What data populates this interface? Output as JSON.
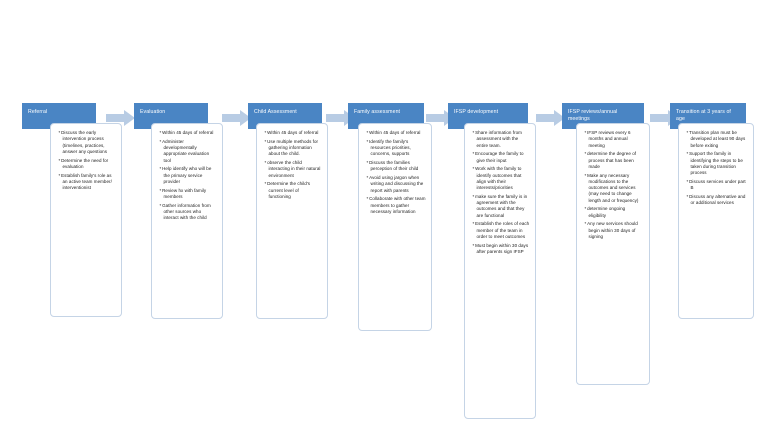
{
  "diagram": {
    "type": "process-flow",
    "orientation": "horizontal",
    "colors": {
      "header_fill": "#4a85c4",
      "header_text": "#ffffff",
      "body_fill": "#ffffff",
      "body_border": "#c5d4e6",
      "arrow_fill": "#b8cce4",
      "body_text": "#1a1a1a"
    },
    "stages": [
      {
        "id": "referral",
        "title": "Referral",
        "bullets": [
          "Discuss the early intervention process (timelines, practices, answer any questions",
          "Determine the need for evaluation",
          "Establish family's role as an active team member/ interventionist"
        ]
      },
      {
        "id": "evaluation",
        "title": "Evaluation",
        "bullets": [
          "Within 45 days of referral",
          "Administer developmentally appropriate evaluation tool",
          "Help identify who will be the primary service provider",
          "Review hx with family members",
          "Gather information from other sources who interact with the child"
        ]
      },
      {
        "id": "child-assessment",
        "title": "Child Assessment",
        "bullets": [
          "Within 45 days of referral",
          "Use multiple methods for gathering information about the child.",
          "observe the child interacting in their natural environment",
          "Determine the child's current level of functioning"
        ]
      },
      {
        "id": "family-assessment",
        "title": "Family assessment",
        "bullets": [
          "Within 45 days of referral",
          "Identify the family's resources priorities, concerns, supports",
          "Discuss the families perception of their child",
          "Avoid using jargon when writing and discussing the report with parents",
          "Collaborate with other team members to gather necessary information"
        ]
      },
      {
        "id": "ifsp-development",
        "title": "IFSP development",
        "bullets": [
          "Share information from assessment with the entire team.",
          "Encourage the family to give their input",
          "Work with the family to identify outcomes that align with their interests/priorities",
          "make sure the family is in agreement with the outcomes and that they are functional",
          "Establish the roles of each member of the team in order to meet outcomes",
          "Must begin within 30 days after parents sign IFSP"
        ]
      },
      {
        "id": "ifsp-reviews",
        "title": "IFSP reviews/annual meetings",
        "bullets": [
          "IFSP reviews every 6 months and annual meeting",
          "determine the degree of process that has been made",
          "Make any necessary modifications to the outcomes and services (may need to change length and or frequency)",
          "determine ongoing eligibility",
          "Any new services should begin within 30 days of signing"
        ]
      },
      {
        "id": "transition",
        "title": "Transition at 3 years of age",
        "bullets": [
          "Transition plan must be developed at least 90 days before exiting",
          "Support the family in identifying the steps to be taken during transition process",
          "Discuss services under part B",
          "Discuss any alternative and or additional services"
        ]
      }
    ],
    "connectors": [
      {
        "from": "referral",
        "to": "evaluation",
        "shape": "right-arrow"
      },
      {
        "from": "evaluation",
        "to": "child-assessment",
        "shape": "right-arrow"
      },
      {
        "from": "child-assessment",
        "to": "family-assessment",
        "shape": "right-arrow"
      },
      {
        "from": "family-assessment",
        "to": "ifsp-development",
        "shape": "right-arrow"
      },
      {
        "from": "ifsp-development",
        "to": "ifsp-reviews",
        "shape": "right-arrow"
      },
      {
        "from": "ifsp-reviews",
        "to": "transition",
        "shape": "right-arrow"
      }
    ]
  }
}
